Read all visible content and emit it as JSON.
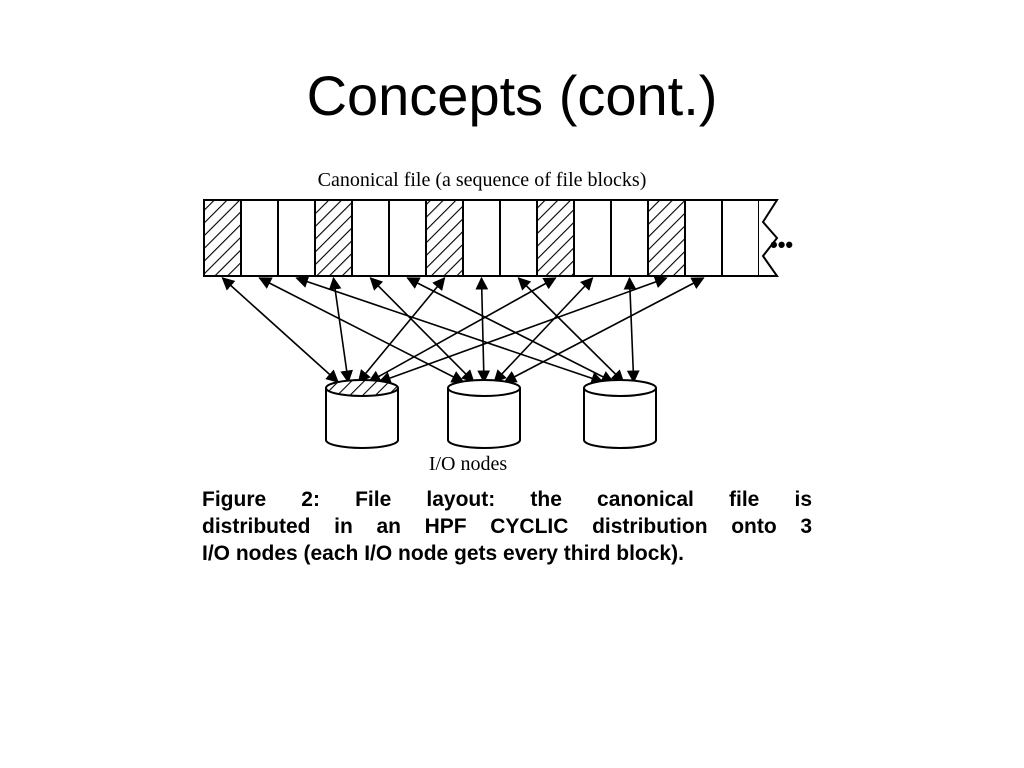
{
  "slide": {
    "title": "Concepts (cont.)"
  },
  "figure": {
    "top_label": "Canonical file (a sequence of file blocks)",
    "bottom_label": "I/O nodes",
    "ellipsis": "•••",
    "block_count_visible": 15,
    "io_node_count": 3,
    "distribution": "CYCLIC",
    "hatched_color": "#000000",
    "line_color": "#000000"
  },
  "caption": {
    "lines": [
      "Figure 2:  File layout: the canonical file is",
      "distributed in an HPF CYCLIC distribution onto 3",
      "I/O nodes (each I/O node gets every third block)."
    ]
  }
}
